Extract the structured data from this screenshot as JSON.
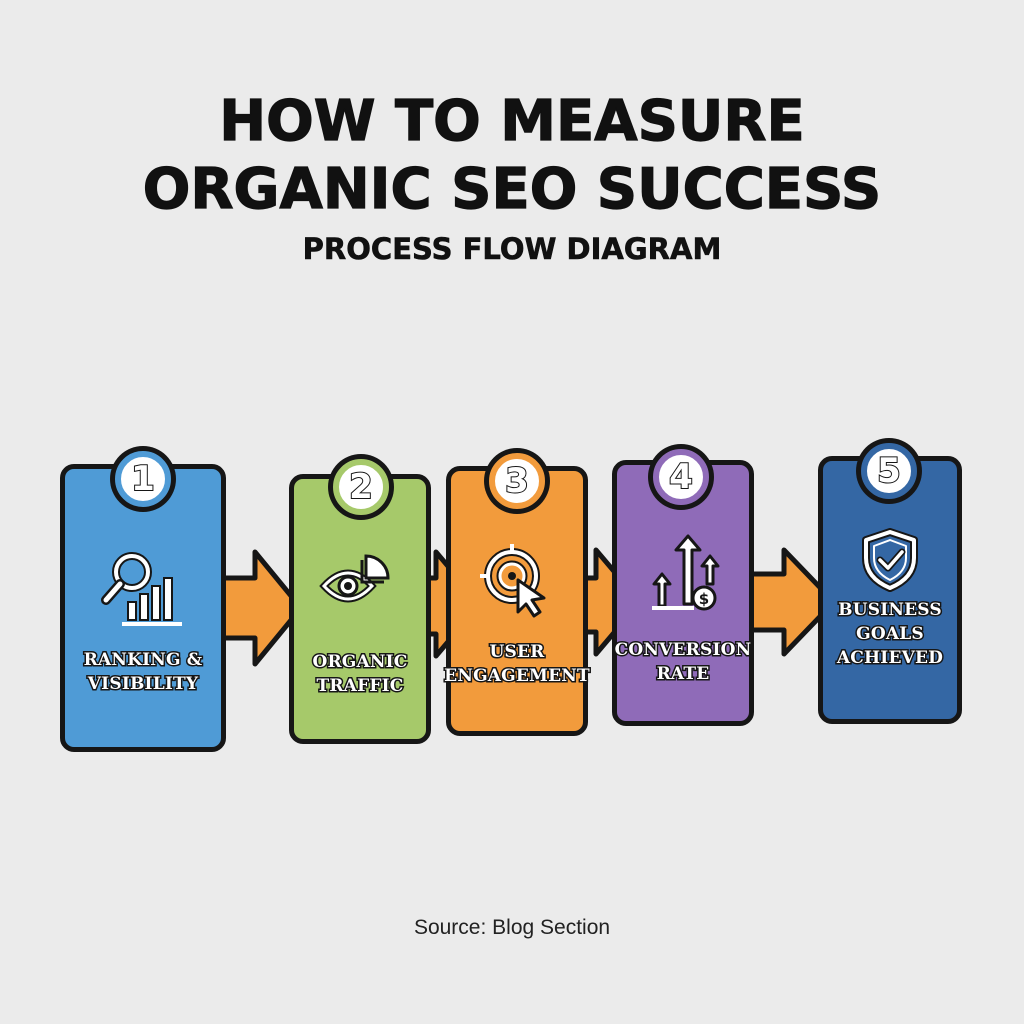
{
  "title": {
    "line1": "HOW TO MEASURE",
    "line2": "ORGANIC SEO SUCCESS"
  },
  "subtitle": "PROCESS FLOW DIAGRAM",
  "steps": [
    {
      "number": "1",
      "line1": "RANKING &",
      "line2": "VISIBILITY",
      "icon": "magnifier-bar-chart-icon",
      "color": "#4f9bd6"
    },
    {
      "number": "2",
      "line1": "ORGANIC",
      "line2": "TRAFFIC",
      "icon": "eye-pie-chart-icon",
      "color": "#a6c96a"
    },
    {
      "number": "3",
      "line1": "USER",
      "line2": "ENGAGEMENT",
      "icon": "target-cursor-icon",
      "color": "#f29b3c"
    },
    {
      "number": "4",
      "line1": "CONVERSION",
      "line2": "RATE",
      "icon": "arrows-up-dollar-icon",
      "color": "#8f6bb8"
    },
    {
      "number": "5",
      "line1": "BUSINESS",
      "line2": "GOALS",
      "line3": "ACHIEVED",
      "icon": "shield-check-icon",
      "color": "#3467a4"
    }
  ],
  "connector_color": "#f29b3c",
  "source": "Source: Blog Section"
}
